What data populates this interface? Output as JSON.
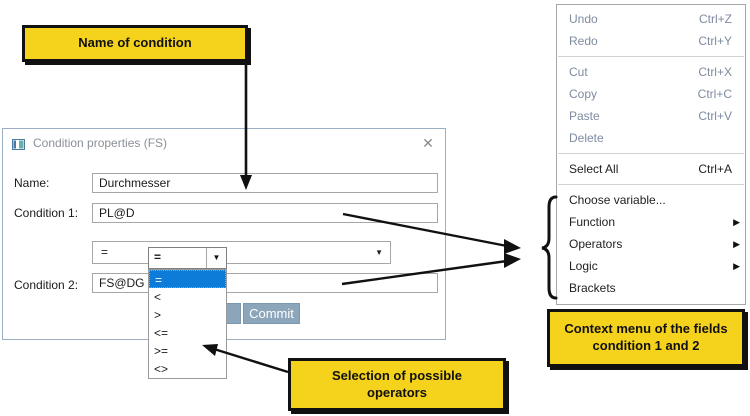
{
  "callouts": {
    "name_of_condition": "Name of condition",
    "selection_line1": "Selection of possible",
    "selection_line2": "operators",
    "context_line1": "Context menu  of the fields",
    "context_line2": "condition 1 and 2"
  },
  "dialog": {
    "title": "Condition properties (FS)",
    "close_glyph": "✕",
    "fields": {
      "name": {
        "label": "Name:",
        "value": "Durchmesser"
      },
      "condition1": {
        "label": "Condition 1:",
        "value": "PL@D"
      },
      "condition2": {
        "label": "Condition 2:",
        "value": "FS@DG"
      }
    },
    "operator_combo": {
      "value": "=",
      "dropdown_glyph": "▼"
    },
    "commit_label": "Commit"
  },
  "operator_dropdown": {
    "combo_value": "=",
    "dropdown_glyph": "▼",
    "options": [
      "=",
      "<",
      ">",
      "<=",
      ">=",
      "<>"
    ]
  },
  "context_menu": {
    "submenu_glyph": "▶",
    "items": [
      {
        "label": "Undo",
        "shortcut": "Ctrl+Z",
        "enabled": false
      },
      {
        "label": "Redo",
        "shortcut": "Ctrl+Y",
        "enabled": false
      },
      {
        "label": "Cut",
        "shortcut": "Ctrl+X",
        "enabled": false
      },
      {
        "label": "Copy",
        "shortcut": "Ctrl+C",
        "enabled": false
      },
      {
        "label": "Paste",
        "shortcut": "Ctrl+V",
        "enabled": false
      },
      {
        "label": "Delete",
        "shortcut": "",
        "enabled": false
      },
      {
        "label": "Select All",
        "shortcut": "Ctrl+A",
        "enabled": true
      },
      {
        "label": "Choose variable...",
        "shortcut": "",
        "enabled": true
      },
      {
        "label": "Function",
        "shortcut": "",
        "enabled": true,
        "has_submenu": true
      },
      {
        "label": "Operators",
        "shortcut": "",
        "enabled": true,
        "has_submenu": true
      },
      {
        "label": "Logic",
        "shortcut": "",
        "enabled": true,
        "has_submenu": true
      },
      {
        "label": "Brackets",
        "shortcut": "",
        "enabled": true
      }
    ]
  },
  "colors": {
    "accent_yellow": "#F5D21C",
    "selection_blue": "#0C7CD8",
    "commit_button": "#8BA5BA",
    "disabled_text": "#7E8BA0",
    "menu_text": "#1F1F1F",
    "dialog_border": "#9AAEC6",
    "field_border": "#A6A6A6",
    "title_text": "#8A9097"
  }
}
